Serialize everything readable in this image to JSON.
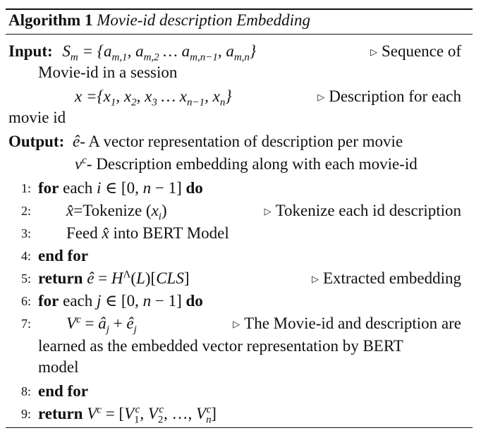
{
  "title": {
    "label": "Algorithm 1",
    "name": "Movie-id description Embedding"
  },
  "input": {
    "label": "Input:",
    "line1_math": "S_m = {a_{m,1}, a_{m,2} … a_{m,n−1}, a_{m,n}}",
    "line1_comment": "Sequence of",
    "line1_cont": "Movie-id in a session",
    "line2_math": "x ={x_1, x_2, x_3 … x_{n−1}, x_n}",
    "line2_comment": "Description for each",
    "line2_cont": "movie id"
  },
  "output": {
    "label": "Output:",
    "line1": "A vector representation of description per movie",
    "line2": "Description embedding along with each movie-id"
  },
  "steps": [
    {
      "n": "1:",
      "kw": "for",
      "text": "each",
      "math": "i ∈ [0, n − 1]",
      "kw2": "do"
    },
    {
      "n": "2:",
      "text": "x̂=Tokenize (x_i)",
      "comment": "Tokenize each id description"
    },
    {
      "n": "3:",
      "text": "Feed x̂ into BERT Model"
    },
    {
      "n": "4:",
      "kw": "end for"
    },
    {
      "n": "5:",
      "kw": "return",
      "text": "ê = H^Λ(L)[CLS]",
      "comment": "Extracted embedding"
    },
    {
      "n": "6:",
      "kw": "for",
      "text": "each",
      "math": "j ∈ [0, n − 1]",
      "kw2": "do"
    },
    {
      "n": "7:",
      "text": "V^c = â_j + ê_j",
      "comment": "The Movie-id and description are",
      "cont1": "learned as the embedded vector representation by BERT",
      "cont2": "model"
    },
    {
      "n": "8:",
      "kw": "end for"
    },
    {
      "n": "9:",
      "kw": "return",
      "text": "V^c = [V_1^c, V_2^c, …, V_n^c]"
    }
  ]
}
